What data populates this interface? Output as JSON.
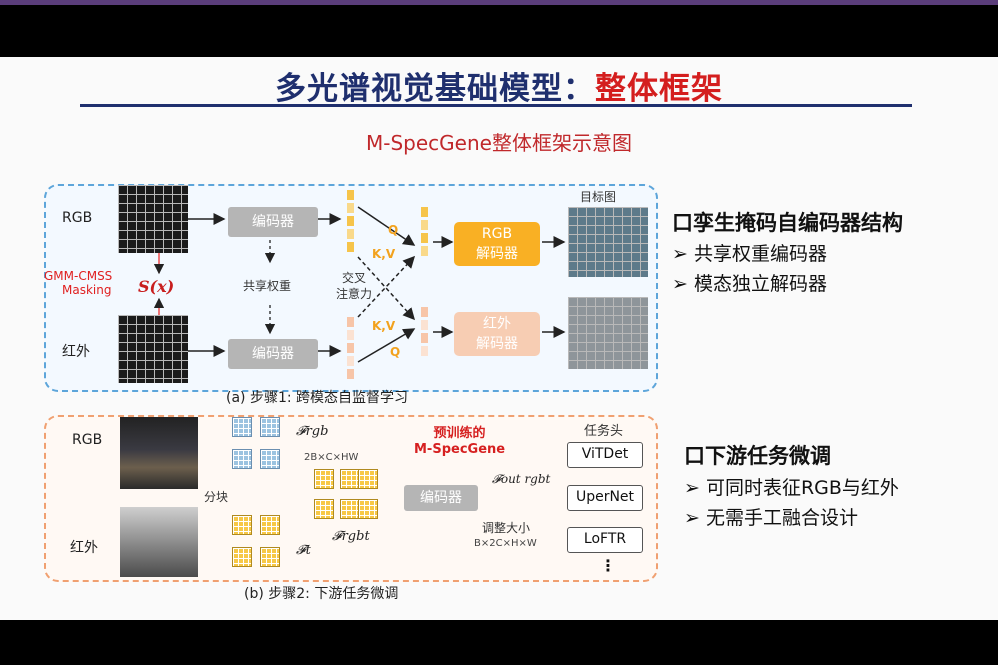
{
  "slide": {
    "title_main": "多光谱视觉基础模型：",
    "title_highlight": "整体框架",
    "subtitle": "M-SpecGene整体框架示意图"
  },
  "panel_a": {
    "label_rgb": "RGB",
    "label_ir": "红外",
    "masking_line1": "GMM-CMSS",
    "masking_line2": "Masking",
    "s_x": "S(x)",
    "encoder": "编码器",
    "shared_weight": "共享权重",
    "cross_attn_line1": "交叉",
    "cross_attn_line2": "注意力",
    "q": "Q",
    "kv": "K,V",
    "dec_rgb_line1": "RGB",
    "dec_rgb_line2": "解码器",
    "dec_ir_line1": "红外",
    "dec_ir_line2": "解码器",
    "target": "目标图",
    "caption": "(a) 步骤1: 跨模态自监督学习"
  },
  "panel_b": {
    "label_rgb": "RGB",
    "label_ir": "红外",
    "f_rgb": "𝓕rgb",
    "f_t": "𝓕t",
    "f_rgbt": "𝓕rgbt",
    "f_out": "𝓕out rgbt",
    "dims1": "2B×C×HW",
    "dims2": "B×2C×H×W",
    "patchify": "分块",
    "pretrained_line1": "预训练的",
    "pretrained_line2": "M-SpecGene",
    "encoder": "编码器",
    "resize": "调整大小",
    "task_head": "任务头",
    "tasks": [
      "ViTDet",
      "UperNet",
      "LoFTR"
    ],
    "more": "⋮",
    "caption": "(b) 步骤2: 下游任务微调"
  },
  "bullets": {
    "h1": "口孪生掩码自编码器结构",
    "h1_items": [
      "➢ 共享权重编码器",
      "➢ 模态独立解码器"
    ],
    "h2": "口下游任务微调",
    "h2_items": [
      "➢ 可同时表征RGB与红外",
      "➢ 无需手工融合设计"
    ]
  },
  "colors": {
    "title": "#1f2f6e",
    "highlight": "#d41e1e",
    "panel_a_border": "#5da5da",
    "panel_b_border": "#f0a071",
    "dec_rgb": "#f9b024",
    "dec_ir": "#f7cdb3"
  }
}
